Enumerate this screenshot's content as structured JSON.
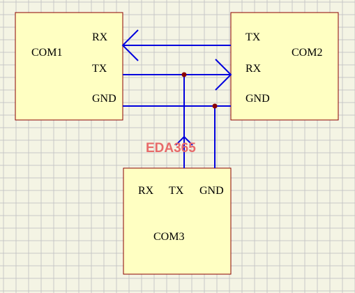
{
  "colors": {
    "background": "#f4f4e4",
    "grid": "#c7c7c7",
    "box_fill": "#ffffc2",
    "box_border": "#8b0000",
    "wire": "#0000dd",
    "junction": "#8b0000",
    "watermark": "#e86a6a"
  },
  "components": {
    "com1": {
      "name": "COM1",
      "pins": {
        "rx": "RX",
        "tx": "TX",
        "gnd": "GND"
      }
    },
    "com2": {
      "name": "COM2",
      "pins": {
        "tx": "TX",
        "rx": "RX",
        "gnd": "GND"
      }
    },
    "com3": {
      "name": "COM3",
      "pins": {
        "rx": "RX",
        "tx": "TX",
        "gnd": "GND"
      }
    }
  },
  "connections": [
    {
      "from": "COM2.TX",
      "to": "COM1.RX",
      "direction": "arrow-left"
    },
    {
      "from": "COM1.TX",
      "to": "COM2.RX",
      "direction": "arrow-right"
    },
    {
      "from": "COM1.GND",
      "to": "COM2.GND"
    },
    {
      "from": "COM3.TX",
      "to": "COM1.TX",
      "direction": "arrow-up"
    },
    {
      "from": "COM3.GND",
      "to": "COM2.GND"
    }
  ],
  "watermark": "EDA365"
}
